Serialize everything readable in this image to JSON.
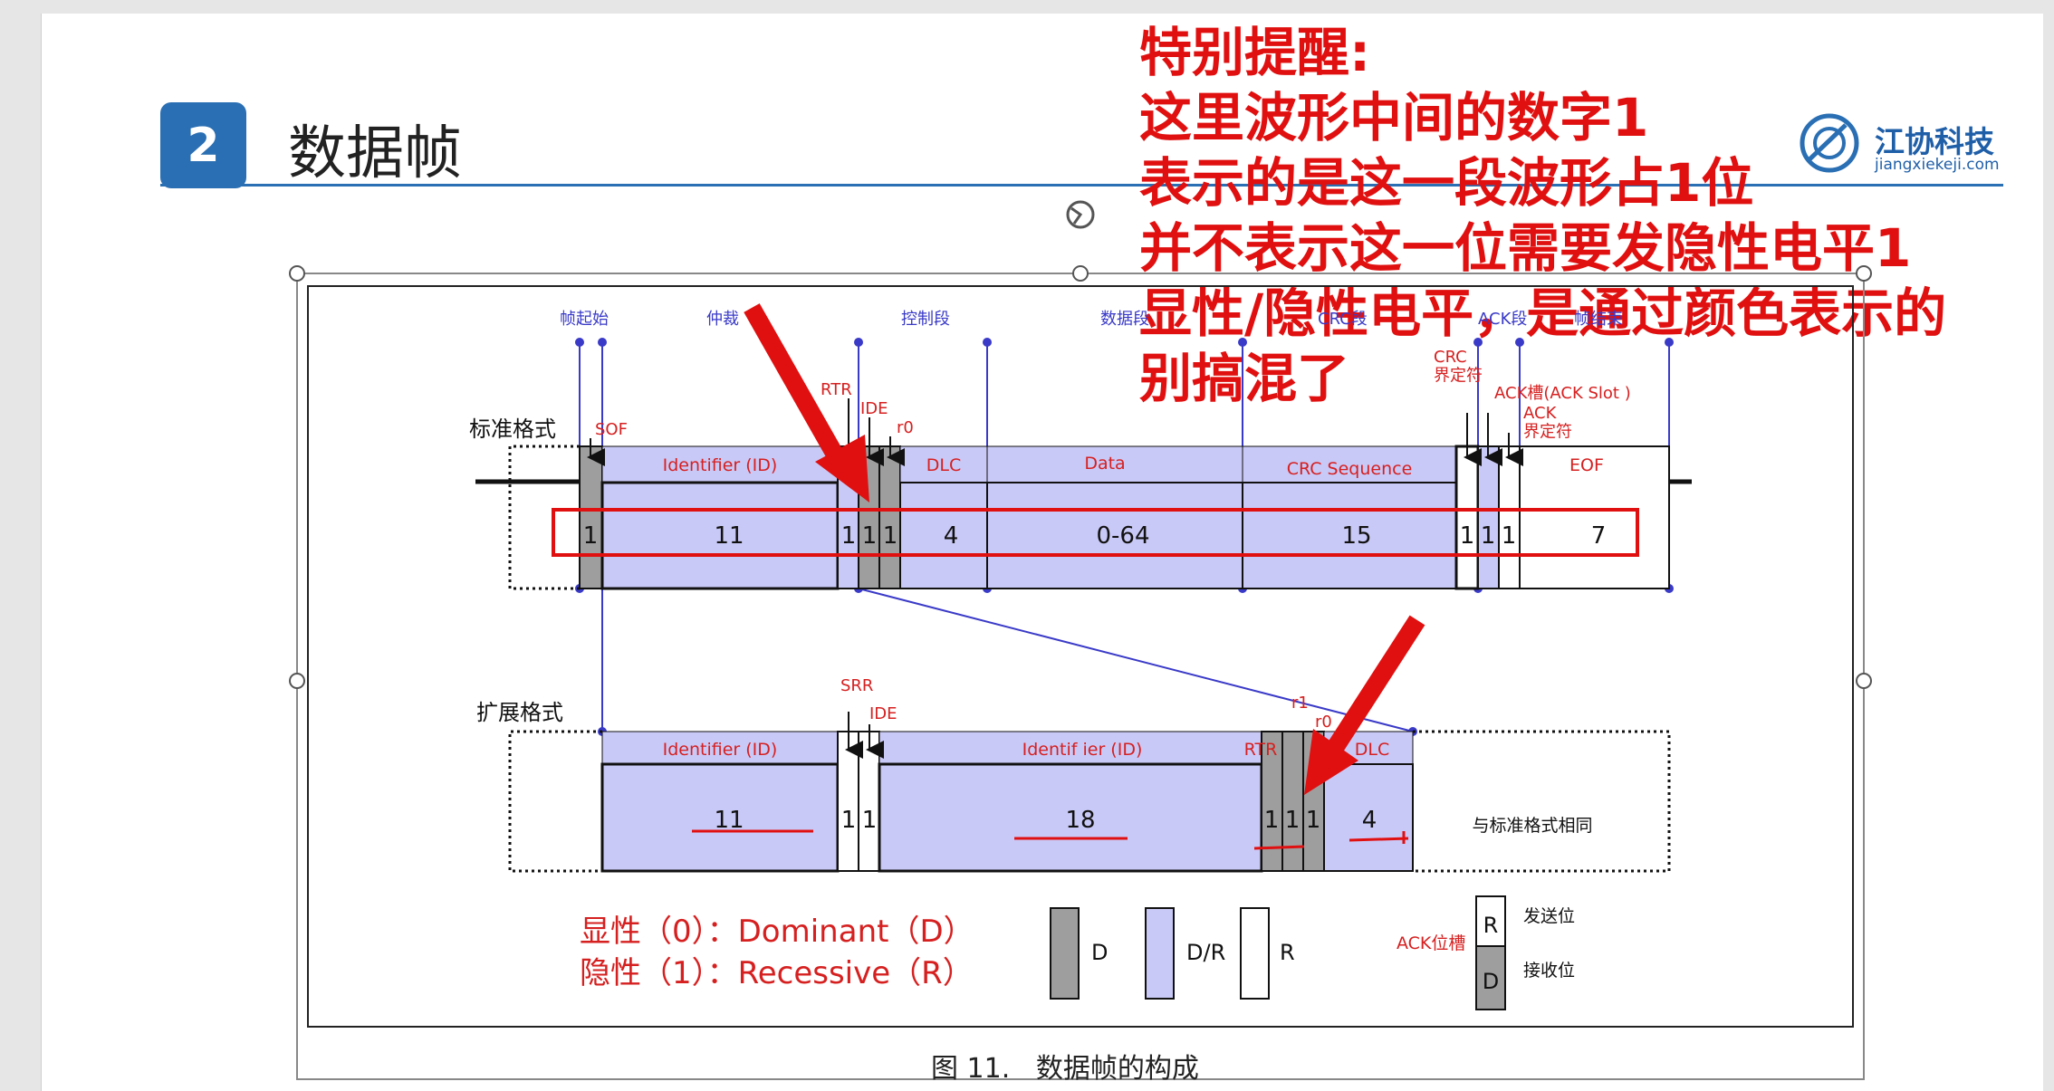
{
  "slide": {
    "section_number": "2",
    "section_title": "数据帧",
    "logo": {
      "name": "江协科技",
      "domain": "jiangxiekeji.com",
      "icon": "logo-icon"
    }
  },
  "reminder": {
    "lines": [
      "特别提醒:",
      "这里波形中间的数字1",
      "表示的是这一段波形占1位",
      "并不表示这一位需要发隐性电平1",
      "显性/隐性电平，是通过颜色表示的",
      "别搞混了"
    ]
  },
  "diagram": {
    "segment_labels": [
      "帧起始",
      "仲裁",
      "控制段",
      "数据段",
      "CRC段",
      "ACK段",
      "帧结束"
    ],
    "standard": {
      "label": "标准格式",
      "markers": [
        "SOF",
        "RTR",
        "IDE",
        "r0",
        "CRC\n界定符",
        "ACK槽(ACK Slot )",
        "ACK\n界定符"
      ],
      "fields": [
        "Identifier (ID)",
        "DLC",
        "Data",
        "CRC Sequence",
        "EOF"
      ],
      "bits": [
        "1",
        "11",
        "1",
        "1",
        "1",
        "4",
        "0-64",
        "15",
        "1",
        "1",
        "1",
        "7"
      ]
    },
    "extended": {
      "label": "扩展格式",
      "markers": [
        "SRR",
        "IDE",
        "r1",
        "r0"
      ],
      "fields": [
        "Identifier (ID)",
        "Identif ier (ID)",
        "RTR",
        "DLC"
      ],
      "bits": [
        "11",
        "1",
        "1",
        "18",
        "1",
        "1",
        "1",
        "4"
      ],
      "same_note": "与标准格式相同"
    },
    "legend": {
      "dominant": "显性（0）：Dominant（D）",
      "recessive": "隐性（1）：Recessive（R）",
      "d": "D",
      "dr": "D/R",
      "r": "R",
      "ack_slot": "ACK位槽",
      "send": "发送位",
      "recv": "接收位"
    },
    "caption": "图 11.   数据帧的构成",
    "colors": {
      "dominant_fill": "#9e9e9e",
      "recessive_fill": "#c9c9f7",
      "annotation_red": "#e01010",
      "guide_blue": "#3a3ac8"
    }
  }
}
